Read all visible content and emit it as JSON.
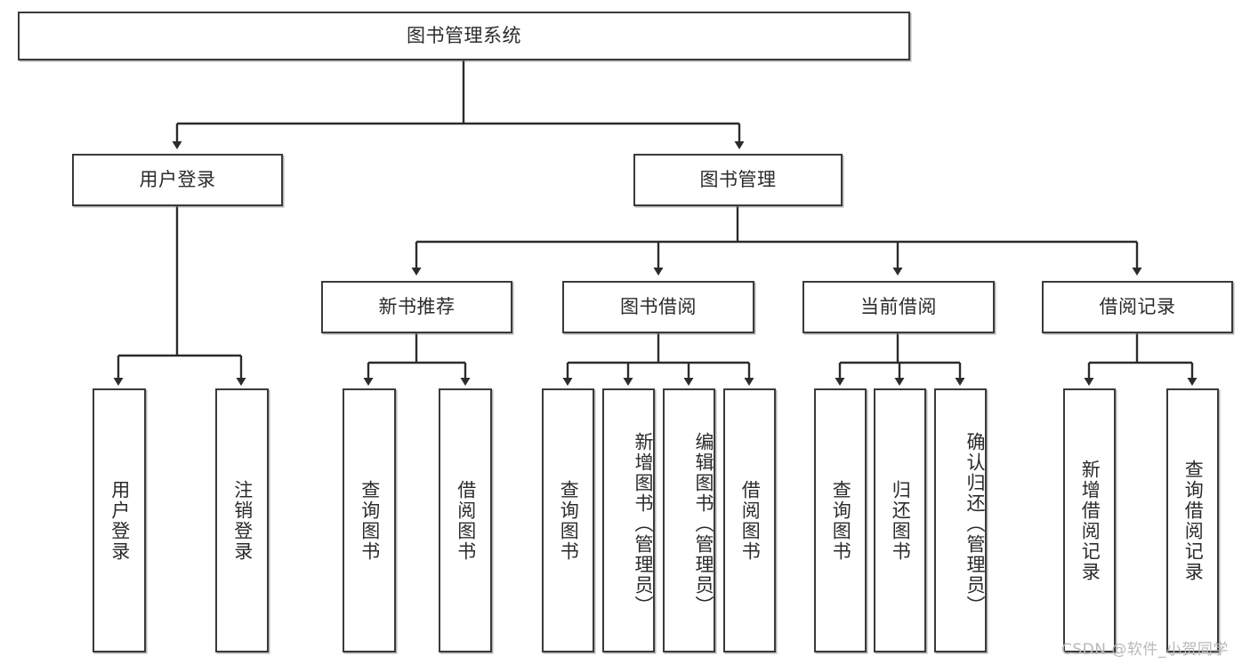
{
  "diagram": {
    "type": "tree-hierarchy",
    "title": "图书管理系统",
    "orientation": "top-down",
    "colors": {
      "box_border": "#3a3a3a",
      "box_fill": "#ffffff",
      "edge": "#2b2b2b",
      "watermark": "#b9b9b9",
      "page_background": "#ffffff"
    },
    "watermark": "CSDN @软件_小贺同学",
    "root": {
      "id": "root",
      "label": "图书管理系统",
      "level": 0
    },
    "level1": [
      {
        "id": "user-login",
        "label": "用户登录",
        "level": 1
      },
      {
        "id": "book-management",
        "label": "图书管理",
        "level": 1
      }
    ],
    "level2": [
      {
        "id": "new-book-recommend",
        "label": "新书推荐",
        "level": 2,
        "parent": "book-management"
      },
      {
        "id": "book-borrow",
        "label": "图书借阅",
        "level": 2,
        "parent": "book-management"
      },
      {
        "id": "current-borrow",
        "label": "当前借阅",
        "level": 2,
        "parent": "book-management"
      },
      {
        "id": "borrow-record",
        "label": "借阅记录",
        "level": 2,
        "parent": "book-management"
      }
    ],
    "leaves": {
      "user_login": [
        {
          "id": "leaf-user-login",
          "label": "用户登录"
        },
        {
          "id": "leaf-user-logout",
          "label": "注销登录"
        }
      ],
      "new_book_recommend": [
        {
          "id": "leaf-query-book-1",
          "label": "查询图书"
        },
        {
          "id": "leaf-borrow-book-1",
          "label": "借阅图书"
        }
      ],
      "book_borrow": [
        {
          "id": "leaf-query-book-2",
          "label": "查询图书"
        },
        {
          "id": "leaf-add-book",
          "label": "新增图书（管理员）"
        },
        {
          "id": "leaf-edit-book",
          "label": "编辑图书（管理员）"
        },
        {
          "id": "leaf-borrow-book-2",
          "label": "借阅图书"
        }
      ],
      "current_borrow": [
        {
          "id": "leaf-query-book-3",
          "label": "查询图书"
        },
        {
          "id": "leaf-return-book",
          "label": "归还图书"
        },
        {
          "id": "leaf-confirm-return",
          "label": "确认归还（管理员）"
        }
      ],
      "borrow_record": [
        {
          "id": "leaf-add-record",
          "label": "新增借阅记录"
        },
        {
          "id": "leaf-query-record",
          "label": "查询借阅记录"
        }
      ]
    }
  }
}
